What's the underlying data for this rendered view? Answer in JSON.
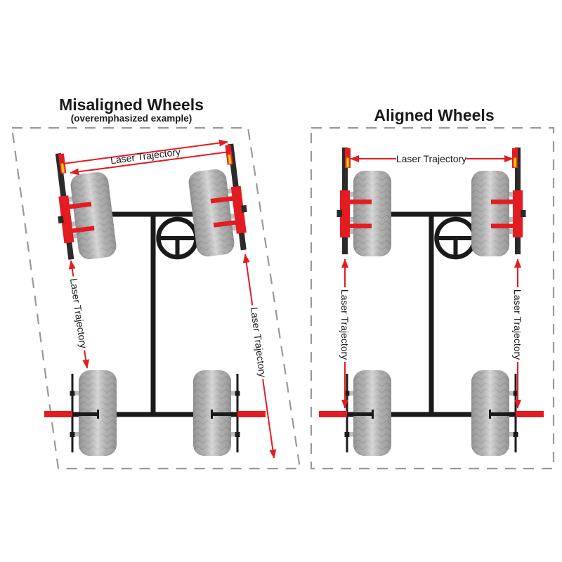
{
  "misaligned_panel": {
    "title": "Misaligned Wheels",
    "subtitle": "(overemphasized example)",
    "front_laser_label": "Laser Trajectory",
    "left_laser_label": "Laser Trajectory",
    "right_laser_label": "Laser Trajectory"
  },
  "aligned_panel": {
    "title": "Aligned Wheels",
    "front_laser_label": "Laser Trajectory",
    "left_laser_label": "Laser Trajectory",
    "right_laser_label": "Laser Trajectory"
  },
  "icons": {
    "steering_wheel": "steering-wheel-icon",
    "laser_arrow": "laser-arrow-icon",
    "laser_emitter_window": "laser-emitter-window"
  },
  "colors": {
    "red": "#e31c22",
    "black": "#1a1a1a",
    "bar": "#2b2b2b",
    "tire": "#a5a5a5",
    "tread": "#8d8d8d",
    "stud": "#bdbdbd",
    "dash": "#999999",
    "yellow": "#ffd400",
    "orange": "#f58220",
    "text": "#1a1a1a",
    "bg": "#ffffff"
  }
}
